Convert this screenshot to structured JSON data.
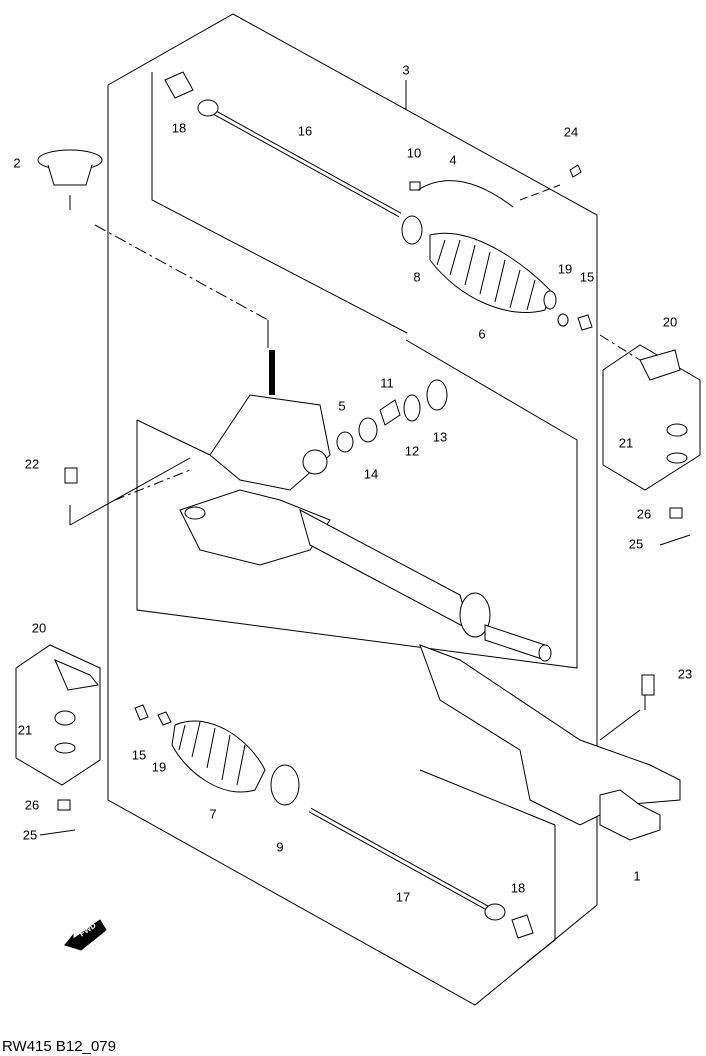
{
  "diagram_code": "RW415 B12_079",
  "fwd_label": "FWD",
  "callouts": [
    "3",
    "18",
    "16",
    "24",
    "10",
    "4",
    "2",
    "19",
    "15",
    "8",
    "6",
    "20",
    "11",
    "5",
    "13",
    "12",
    "14",
    "21",
    "22",
    "26",
    "25",
    "20",
    "23",
    "21",
    "15",
    "19",
    "7",
    "26",
    "25",
    "9",
    "1",
    "17",
    "18"
  ]
}
